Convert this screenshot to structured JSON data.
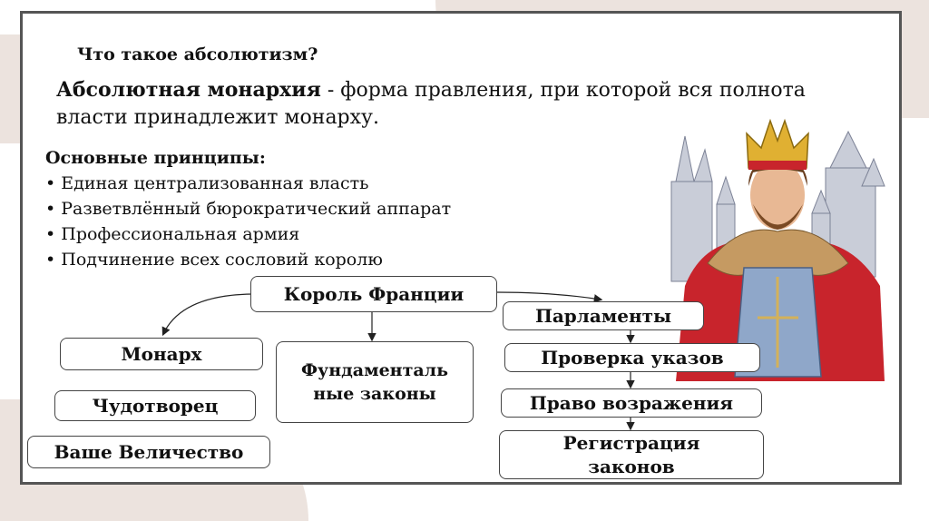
{
  "title": "Что такое абсолютизм?",
  "definition": {
    "term": "Абсолютная монархия",
    "text": " - форма правления, при которой вся полнота власти принадлежит монарху."
  },
  "principles": {
    "heading": "Основные принципы:",
    "items": [
      "Единая централизованная власть",
      "Разветвлённый бюрократический аппарат",
      "Профессиональная армия",
      "Подчинение всех сословий королю"
    ]
  },
  "diagram": {
    "root": "Король Франции",
    "left": [
      "Монарх",
      "Чудотворец",
      "Ваше Величество"
    ],
    "center": "Фундаменталь ные законы",
    "right": [
      "Парламенты",
      "Проверка указов",
      "Право возражения",
      "Регистрация законов"
    ]
  },
  "colors": {
    "frame": "#555555",
    "accent_bg": "#ece3de",
    "cape": "#c8242c",
    "crown": "#e0b032"
  }
}
